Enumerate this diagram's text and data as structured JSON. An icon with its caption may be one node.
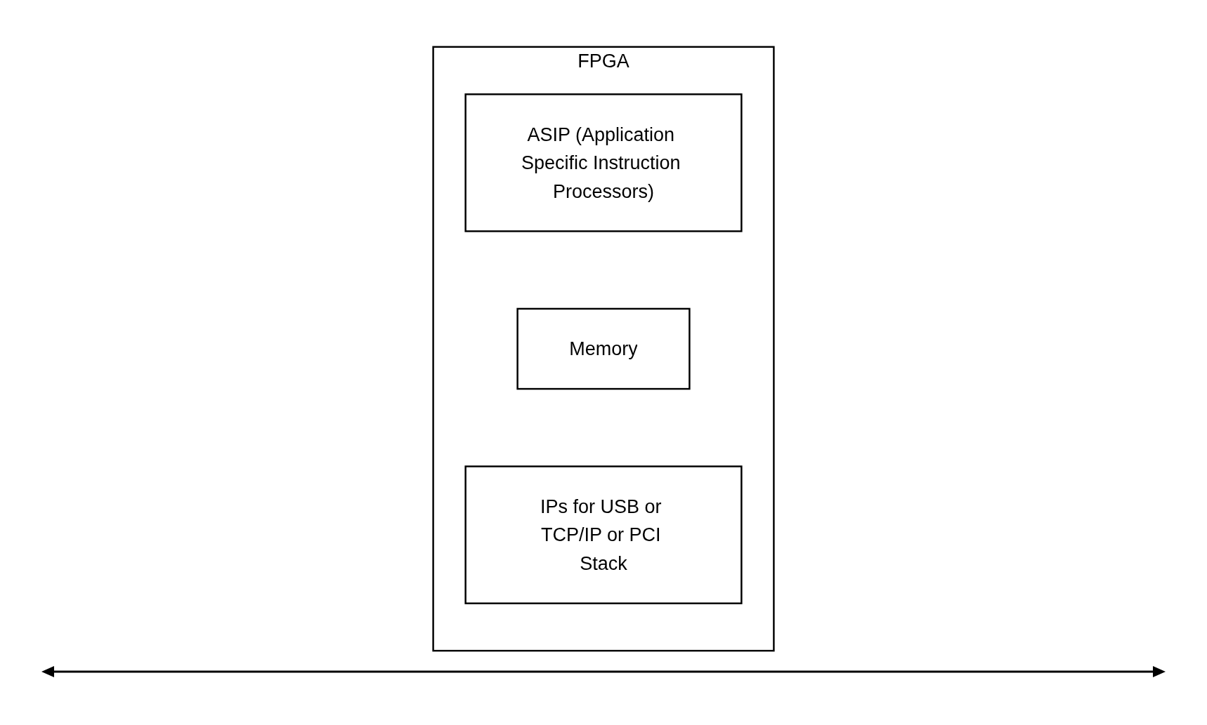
{
  "diagram": {
    "nodes": [
      {
        "text": [
          "FPGA"
        ]
      },
      {
        "text": [
          "ASIP (Application Specific Instruction Processors)"
        ],
        "in": 0
      },
      {
        "text": [
          "Memory"
        ],
        "in": 0
      },
      {
        "text": [
          "IPs for USB or TCP/IP or PCI Stack"
        ],
        "in": 0
      }
    ]
  }
}
